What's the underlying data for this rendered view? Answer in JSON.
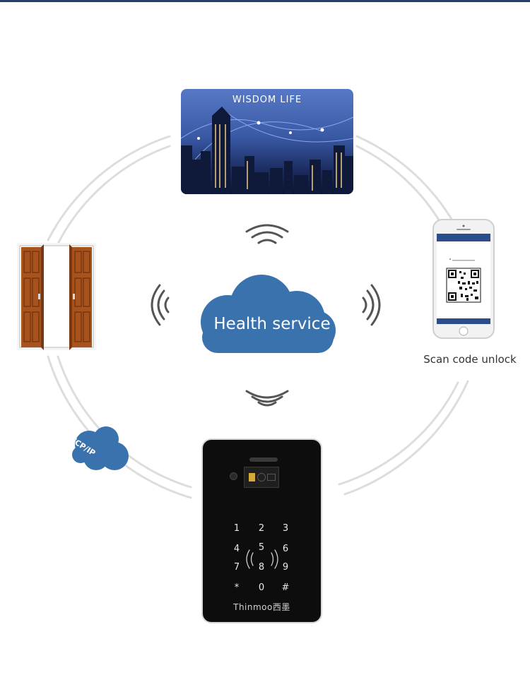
{
  "diagram": {
    "center_cloud_label": "Health service",
    "card_title": "WISDOM LIFE",
    "phone_caption": "Scan code unlock",
    "tcp_cloud_label": "TCP/IP",
    "keypad": {
      "keys": [
        "1",
        "2",
        "3",
        "4",
        "5",
        "6",
        "7",
        "8",
        "9",
        "*",
        "0",
        "#"
      ],
      "brand": "Thinmoo",
      "brand_cn": "西墨"
    }
  },
  "colors": {
    "cloud": "#3a72ad",
    "ring": "#dcdcdc",
    "top_line": "#2b3f66",
    "keypad_body": "#0d0d0d",
    "door_wood": "#a8521e"
  },
  "icons": [
    "signal-wave-icon",
    "cloud-icon",
    "door-icon",
    "phone-icon",
    "qr-code-icon",
    "rfid-icon",
    "camera-icon"
  ]
}
